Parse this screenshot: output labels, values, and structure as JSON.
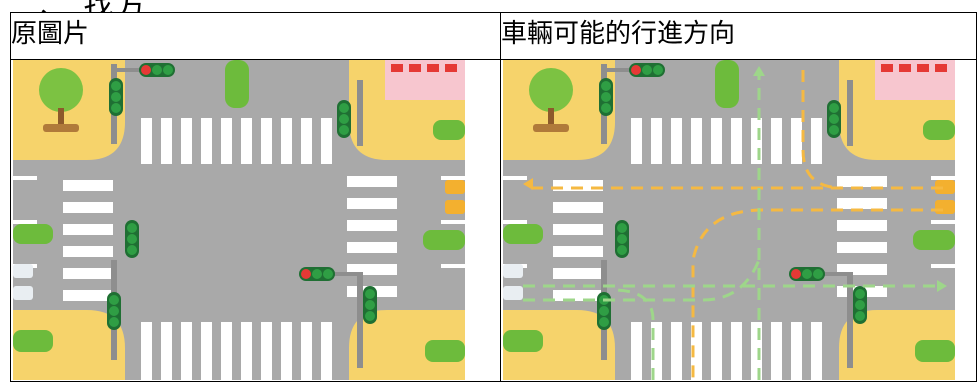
{
  "top_fragment": "二、 找方",
  "table": {
    "headers": [
      "原圖片",
      "車輛可能的行進方向"
    ]
  },
  "images": {
    "original": {
      "icon": "intersection-illustration"
    },
    "directions": {
      "icon": "intersection-illustration-with-direction-arrows"
    }
  },
  "colors": {
    "road": "#a9a9a9",
    "sidewalk": "#f6d36b",
    "crosswalk": "#ffffff",
    "pole": "#8e8e8e",
    "signal_green": "#2f9e44",
    "arrow_orange": "#f5b942",
    "arrow_green": "#9ed68a"
  }
}
